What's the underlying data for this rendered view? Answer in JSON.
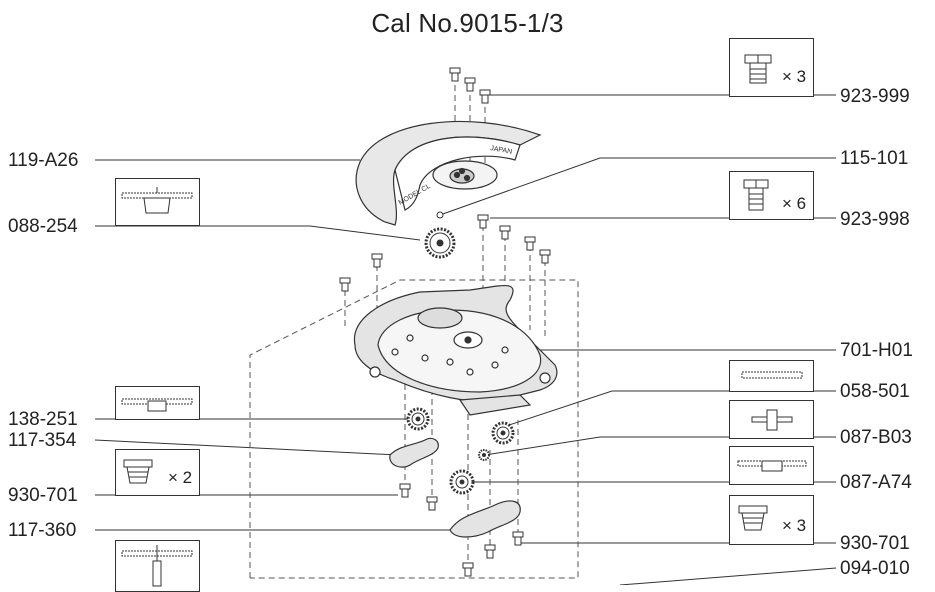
{
  "title": "Cal No.9015-1/3",
  "left_labels": [
    {
      "code": "119-A26"
    },
    {
      "code": "088-254"
    },
    {
      "code": "138-251"
    },
    {
      "code": "117-354"
    },
    {
      "code": "930-701"
    },
    {
      "code": "117-360"
    }
  ],
  "right_labels": [
    {
      "code": "923-999"
    },
    {
      "code": "115-101"
    },
    {
      "code": "923-998"
    },
    {
      "code": "701-H01"
    },
    {
      "code": "058-501"
    },
    {
      "code": "087-B03"
    },
    {
      "code": "087-A74"
    },
    {
      "code": "930-701"
    },
    {
      "code": "094-010"
    }
  ],
  "quantity_boxes": [
    {
      "qty": "× 3"
    },
    {
      "qty": "× 6"
    },
    {
      "qty": "× 2"
    },
    {
      "qty": "× 3"
    }
  ],
  "part_engraving": [
    "JAPAN",
    "MODEL CL"
  ]
}
